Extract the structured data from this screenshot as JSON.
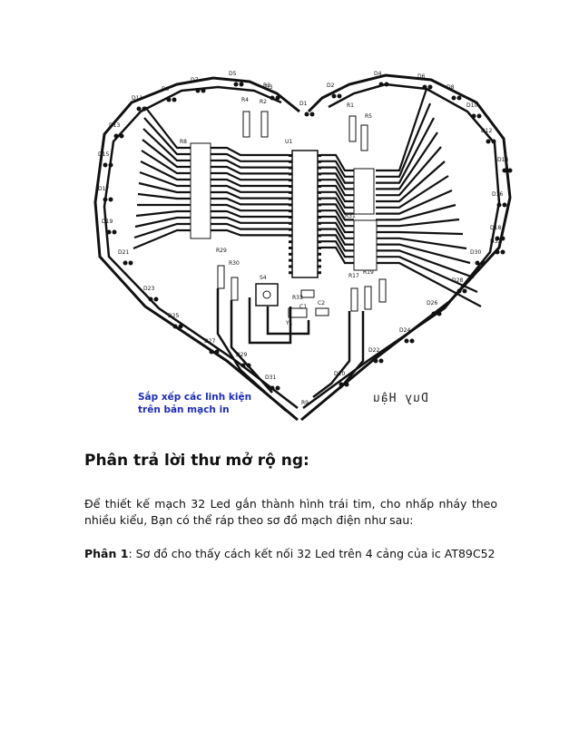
{
  "figure": {
    "caption_line1": "Sắp xếp các linh kiện",
    "caption_line2": "trên bản mạch in",
    "author_signature": "Duy Hậu",
    "labels": {
      "d9": "D9",
      "d7": "D7",
      "d5": "D5",
      "d3": "D3",
      "d2": "D2",
      "d4": "D4",
      "d6": "D6",
      "d8": "D8",
      "d10": "D10",
      "d11": "D11",
      "d13": "D13",
      "d15": "D15",
      "d17": "D17",
      "d19": "D19",
      "d21": "D21",
      "d23": "D23",
      "d25": "D25",
      "d27": "D27",
      "d29": "D29",
      "d31": "D31",
      "d1": "D1",
      "d12": "D12",
      "d14": "D14",
      "d16": "D16",
      "d18": "D18",
      "d20": "D20",
      "d22": "D22",
      "d24": "D24",
      "d26": "D26",
      "d28": "D28",
      "d30": "D30",
      "d32": "D32",
      "r1": "R1",
      "r2": "R2",
      "r3": "R3",
      "r4": "R4",
      "r5": "R5",
      "r8": "R8",
      "r9": "R9",
      "r17": "R17",
      "r19": "R19",
      "r29": "R29",
      "r30": "R30",
      "r31": "R31",
      "r33": "R33",
      "s4": "S4",
      "u1": "U1",
      "c1": "C1",
      "c2": "C2",
      "y1": "Y1",
      "r10": "R10"
    }
  },
  "heading": "Phân trả lời thư mở rộ ng:",
  "paragraph1": "Để thiết kế mạch 32 Led gắn thành hình trái tim, cho nhấp nháy theo nhiều kiểu, Bạn có thể ráp theo sơ đồ mạch điện như sau:",
  "paragraph2_label": "Phân 1",
  "paragraph2_text": ": Sơ đồ cho thấy cách kết nối 32 Led trên 4 cảng của ic AT89C52"
}
